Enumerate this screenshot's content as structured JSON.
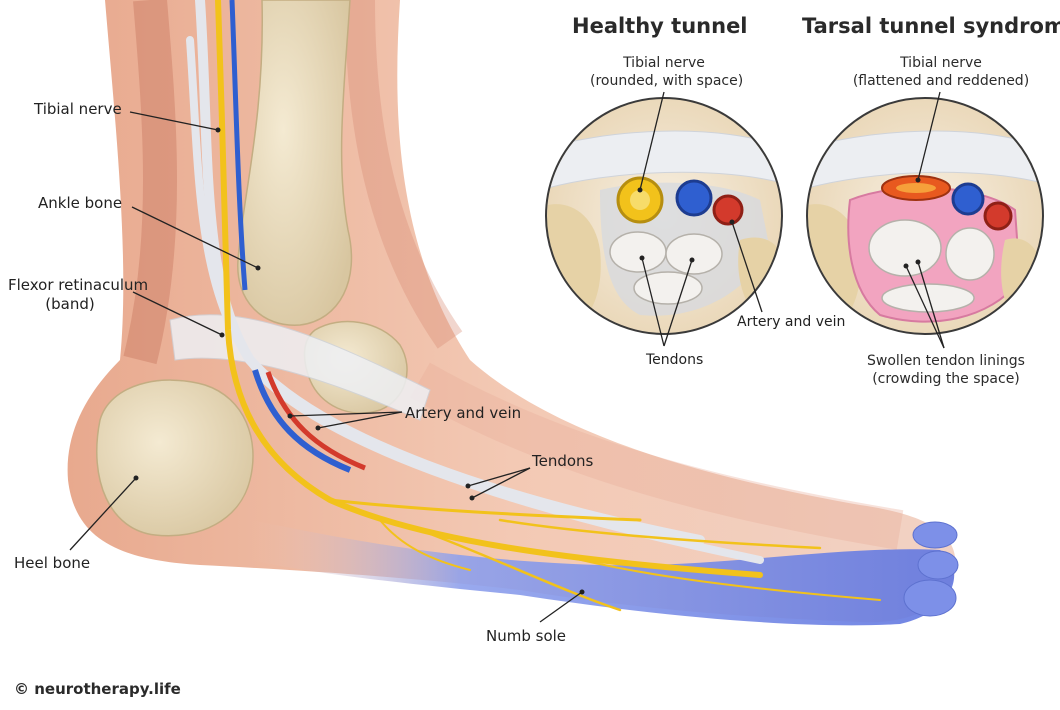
{
  "labels": {
    "tibial_nerve": "Tibial nerve",
    "ankle_bone": "Ankle bone",
    "flexor_line1": "Flexor retinaculum",
    "flexor_line2": "(band)",
    "artery_vein": "Artery and vein",
    "tendons": "Tendons",
    "heel_bone": "Heel bone",
    "numb_sole": "Numb sole"
  },
  "healthy": {
    "title": "Healthy tunnel",
    "nerve_line1": "Tibial nerve",
    "nerve_line2": "(rounded, with space)",
    "artery_vein": "Artery and vein",
    "tendons": "Tendons"
  },
  "tarsal": {
    "title": "Tarsal tunnel syndrome",
    "nerve_line1": "Tibial nerve",
    "nerve_line2": "(flattened and reddened)",
    "linings_line1": "Swollen tendon linings",
    "linings_line2": "(crowding the space)"
  },
  "credit": "© neurotherapy.life",
  "colors": {
    "nerve": "#f2c21b",
    "vein": "#2f5fd0",
    "artery": "#d33a2c",
    "bone": "#e9dcbc",
    "muscle": "#d9957f",
    "numb_sole": "#6f86e6",
    "swollen_lining": "#f2a4c0"
  }
}
